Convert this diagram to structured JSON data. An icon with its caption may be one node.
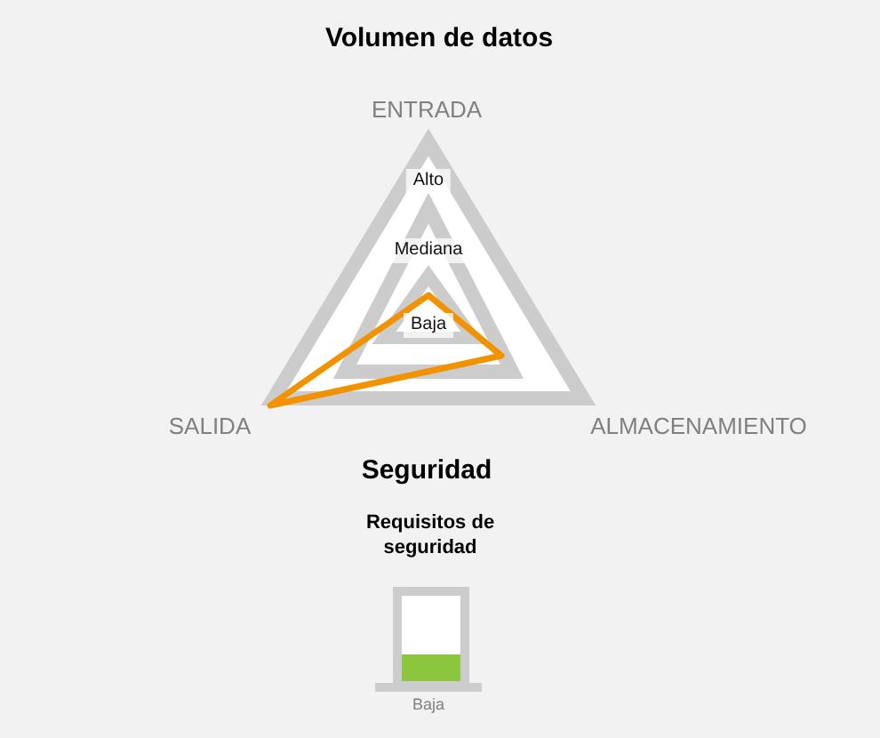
{
  "diagram": {
    "title": "Volumen de datos",
    "labels": [
      "ENTRADA",
      "Alto",
      "Mediana",
      "Baja",
      "SALIDA",
      "ALMACENAMIENTO",
      "Seguridad",
      "Requisitos de seguridad",
      "Baja"
    ]
  }
}
